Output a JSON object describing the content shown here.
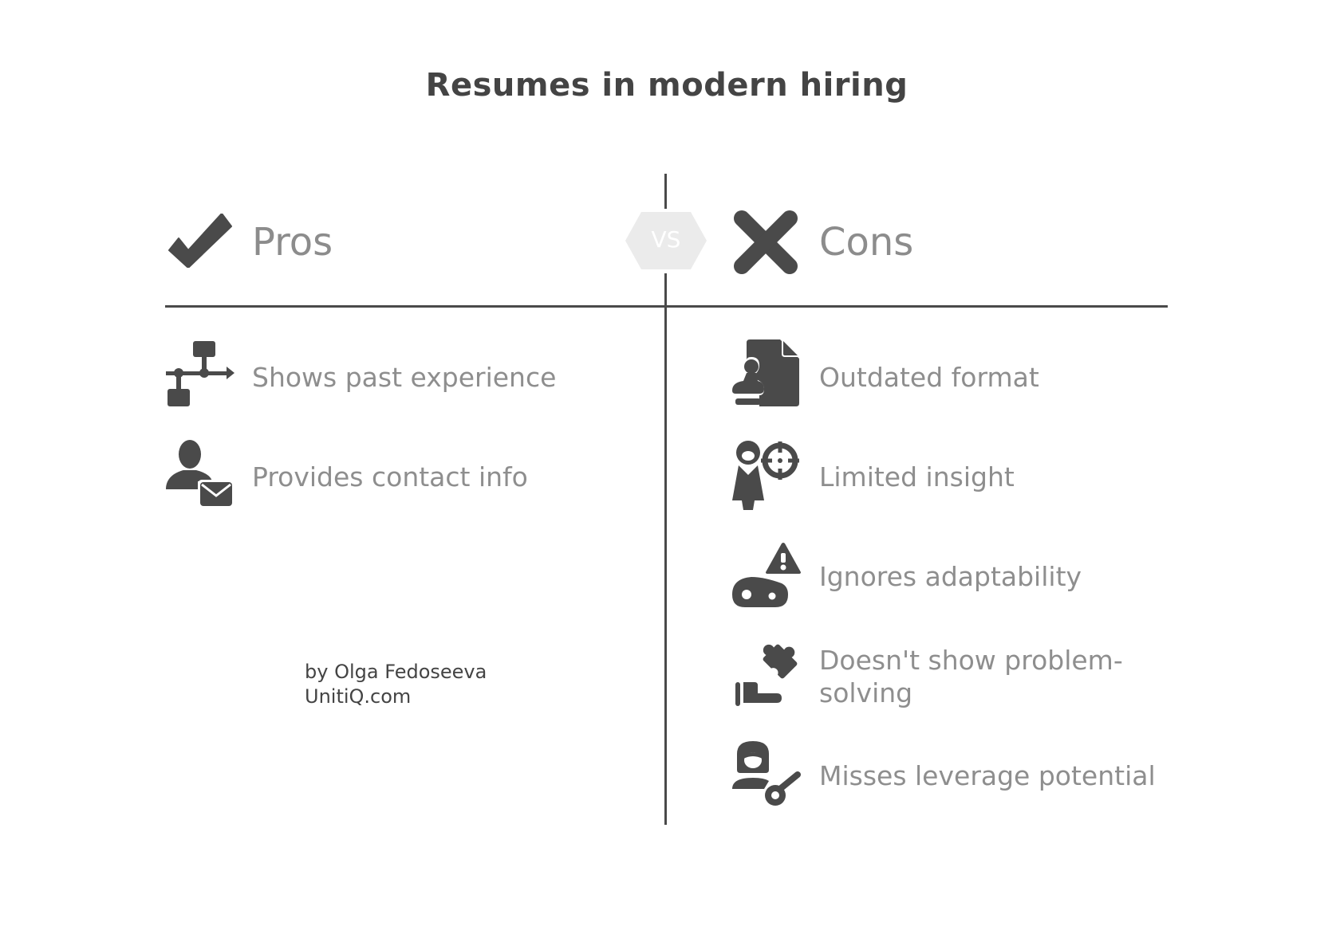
{
  "title": "Resumes in modern hiring",
  "vs_label": "VS",
  "colors": {
    "icon": "#4a4a4a",
    "heading_text": "#8c8c8c",
    "item_text": "#8e8e8e",
    "vs_badge": "#ebebeb",
    "divider": "#4a4a4a",
    "title_text": "#444444"
  },
  "pros": {
    "label": "Pros",
    "icon": "checkmark-icon",
    "items": [
      {
        "label": "Shows past experience",
        "icon": "timeline-flow-icon"
      },
      {
        "label": "Provides contact info",
        "icon": "user-mail-icon"
      }
    ]
  },
  "cons": {
    "label": "Cons",
    "icon": "x-mark-icon",
    "items": [
      {
        "label": "Outdated format",
        "icon": "document-stamp-icon"
      },
      {
        "label": "Limited insight",
        "icon": "person-target-icon"
      },
      {
        "label": "Ignores adaptability",
        "icon": "tool-warning-icon"
      },
      {
        "label": "Doesn't show problem-solving",
        "line1": "Doesn't show problem-",
        "line2": "solving",
        "icon": "hand-puzzle-icon"
      },
      {
        "label": "Misses leverage potential",
        "icon": "person-key-icon"
      }
    ]
  },
  "credit": {
    "author": "by Olga Fedoseeva",
    "site": "UnitiQ.com"
  }
}
